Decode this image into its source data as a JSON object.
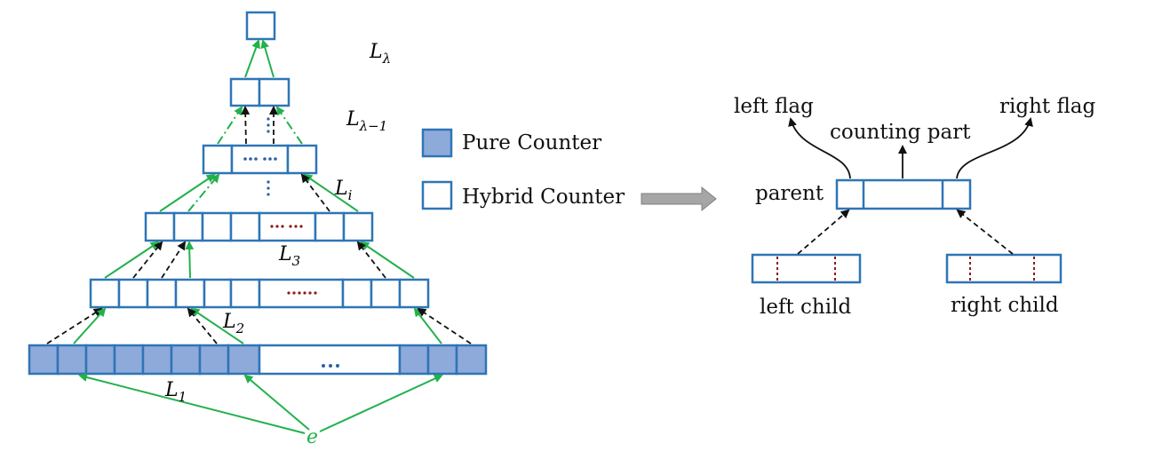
{
  "levels": {
    "l_lambda": "L",
    "l_lambda_sub": "λ",
    "l_lambda_minus_1": "L",
    "l_lambda_minus_1_sub": "λ−1",
    "l_i": "L",
    "l_i_sub": "i",
    "l_3": "L",
    "l_3_sub": "3",
    "l_2": "L",
    "l_2_sub": "2",
    "l_1": "L",
    "l_1_sub": "1"
  },
  "element_label": "e",
  "ellipsis": "⋯",
  "legend": {
    "pure": "Pure Counter",
    "hybrid": "Hybrid Counter"
  },
  "detail": {
    "left_flag": "left flag",
    "right_flag": "right flag",
    "counting_part": "counting part",
    "parent": "parent",
    "left_child": "left child",
    "right_child": "right child"
  },
  "colors": {
    "pure_fill": "#8eaadb",
    "border": "#2e75b6",
    "arrow_green": "#22b14c"
  }
}
